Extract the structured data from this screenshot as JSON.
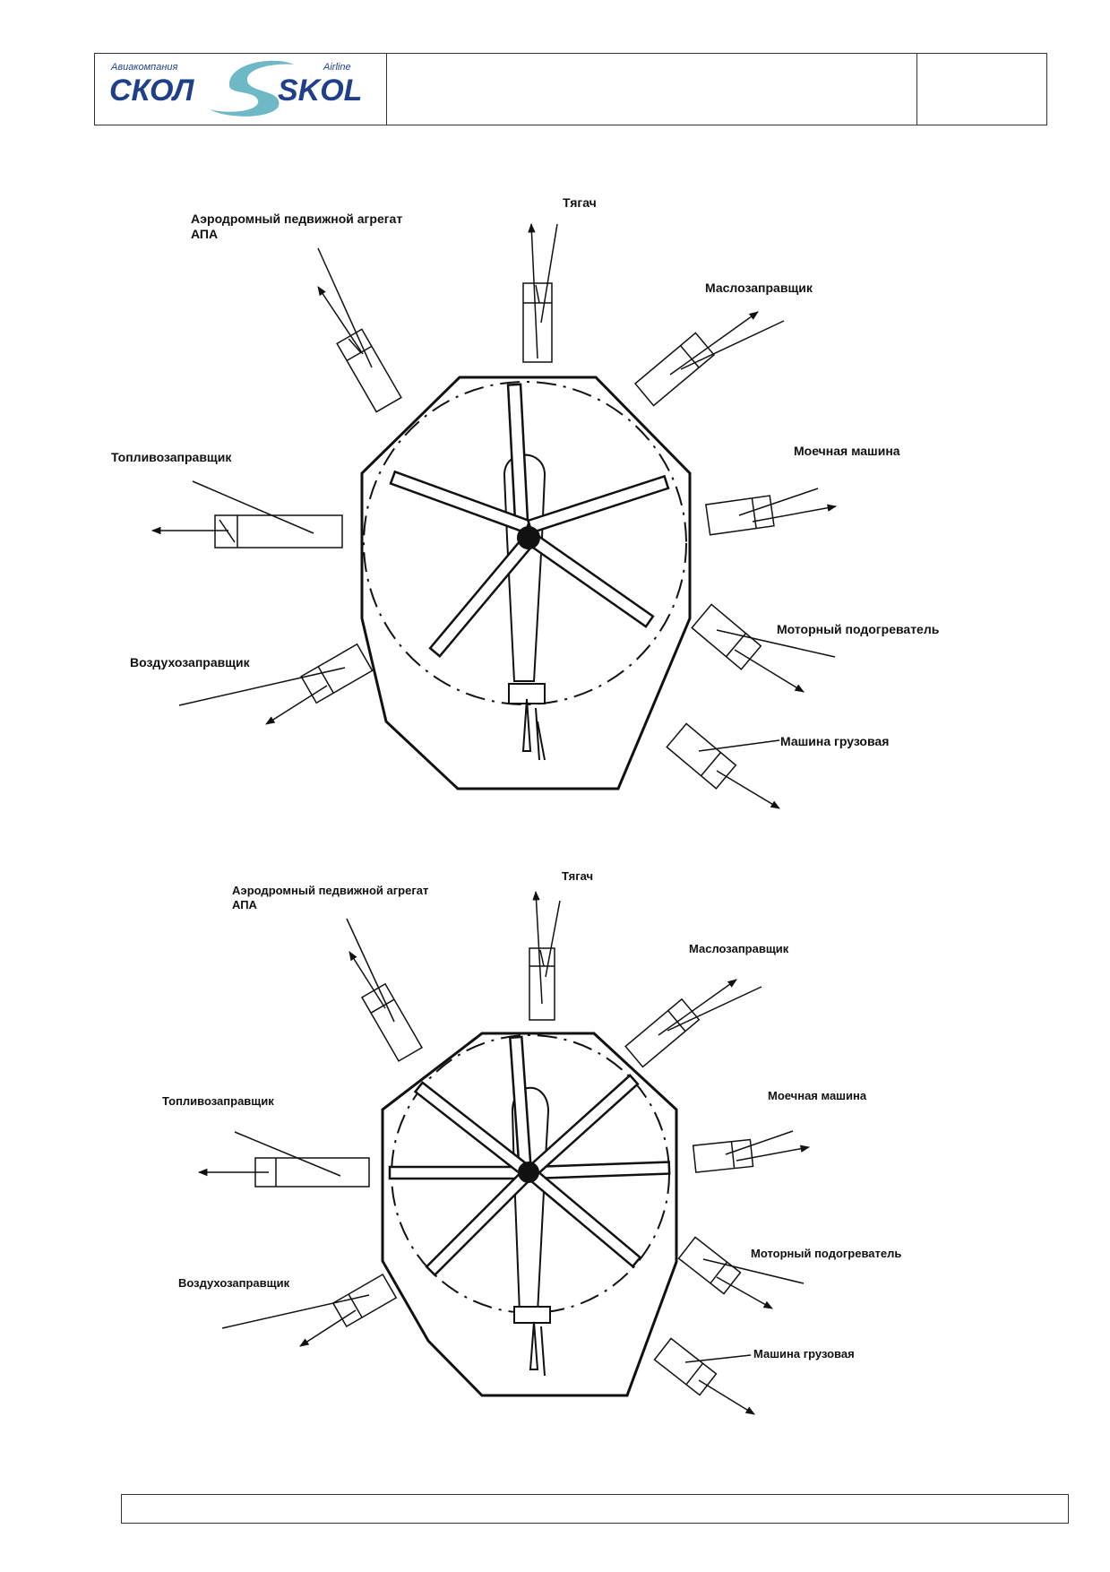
{
  "header": {
    "logo": {
      "small_left": "Авиакомпания",
      "small_right": "Airline",
      "word_left": "СКОЛ",
      "word_right": "SKOL",
      "color_text": "#1f3f8a",
      "color_swoosh": "#6fb9c6"
    }
  },
  "diagram_top": {
    "labels": {
      "apa_line1": "Аэродромный педвижной агрегат",
      "apa_line2": "АПА",
      "tug": "Тягач",
      "oil": "Маслозаправщик",
      "wash": "Моечная машина",
      "fuel": "Топливозаправщик",
      "heater": "Моторный подогреватель",
      "air": "Воздухозаправщик",
      "cargo": "Машина грузовая"
    }
  },
  "diagram_bottom": {
    "labels": {
      "apa_line1": "Аэродромный педвижной агрегат",
      "apa_line2": "АПА",
      "tug": "Тягач",
      "oil": "Маслозаправщик",
      "wash": "Моечная машина",
      "fuel": "Топливозаправщик",
      "heater": "Моторный подогреватель",
      "air": "Воздухозаправщик",
      "cargo": "Машина грузовая"
    }
  }
}
